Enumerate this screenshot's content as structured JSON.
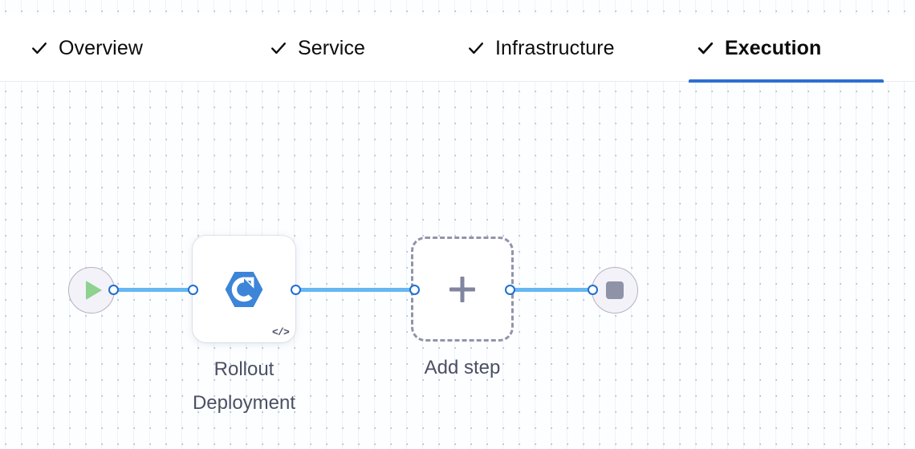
{
  "theme": {
    "accent_blue": "#2c6fd1",
    "edge_blue": "#65b8f2",
    "port_blue": "#1f6fd0",
    "node_icon_blue": "#3d85d8",
    "label_gray": "#4b5064",
    "dashed_gray": "#9094ab",
    "stop_gray": "#8f93a8",
    "play_green": "#8fd18f",
    "canvas_bg": "#fdfeff"
  },
  "tabs": [
    {
      "id": "overview",
      "label": "Overview",
      "icon": "check-icon",
      "completed": true,
      "active": false
    },
    {
      "id": "service",
      "label": "Service",
      "icon": "check-icon",
      "completed": true,
      "active": false
    },
    {
      "id": "infrastructure",
      "label": "Infrastructure",
      "icon": "check-icon",
      "completed": true,
      "active": false
    },
    {
      "id": "execution",
      "label": "Execution",
      "icon": "check-icon",
      "completed": true,
      "active": true
    }
  ],
  "graph": {
    "start_node": {
      "id": "start",
      "icon": "play-icon",
      "label": ""
    },
    "end_node": {
      "id": "end",
      "icon": "stop-icon",
      "label": ""
    },
    "steps": [
      {
        "id": "rollout-deployment",
        "label": "Rollout\nDeployment",
        "icon": "rollout-deployment-icon",
        "badge": "</>",
        "badge_icon": "code-icon"
      }
    ],
    "add_step": {
      "id": "add-step",
      "label": "Add step",
      "icon": "plus-icon"
    },
    "edges": [
      {
        "from": "start",
        "to": "rollout-deployment"
      },
      {
        "from": "rollout-deployment",
        "to": "add-step"
      },
      {
        "from": "add-step",
        "to": "end"
      }
    ]
  }
}
